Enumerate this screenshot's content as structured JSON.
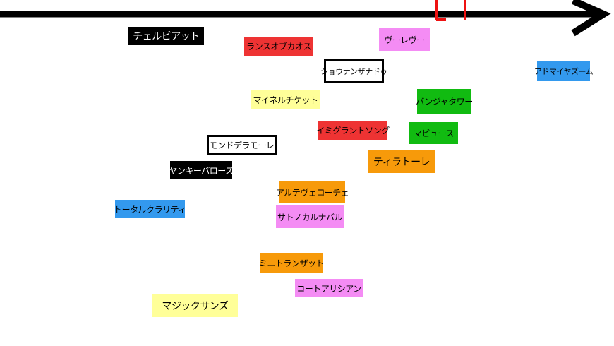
{
  "palette": {
    "black": "#000000",
    "red": "#ee3333",
    "pink": "#f48cf4",
    "yellow": "#ffff99",
    "orange": "#f79a0a",
    "green": "#11bb11",
    "blue": "#3399ee"
  },
  "labels": {
    "chelby": "チェルビアット",
    "lance": "ランスオブカオス",
    "vele": "ヴーレヴー",
    "shonan": "ショウナンザナドゥ",
    "admaiya": "アドマイヤズーム",
    "mainel": "マイネルチケット",
    "banja": "バンジャタワー",
    "immigrant": "イミグラントソング",
    "mabyus": "マビュース",
    "monde": "モンドデラモーレ",
    "tiratore": "ティラトーレ",
    "yankee": "ヤンキーバローズ",
    "alte": "アルテヴェローチェ",
    "total": "トータルクラリティ",
    "satono": "サトノカルナバル",
    "minit": "ミニトランザット",
    "coat": "コートアリシアン",
    "magic": "マジックサンズ"
  }
}
